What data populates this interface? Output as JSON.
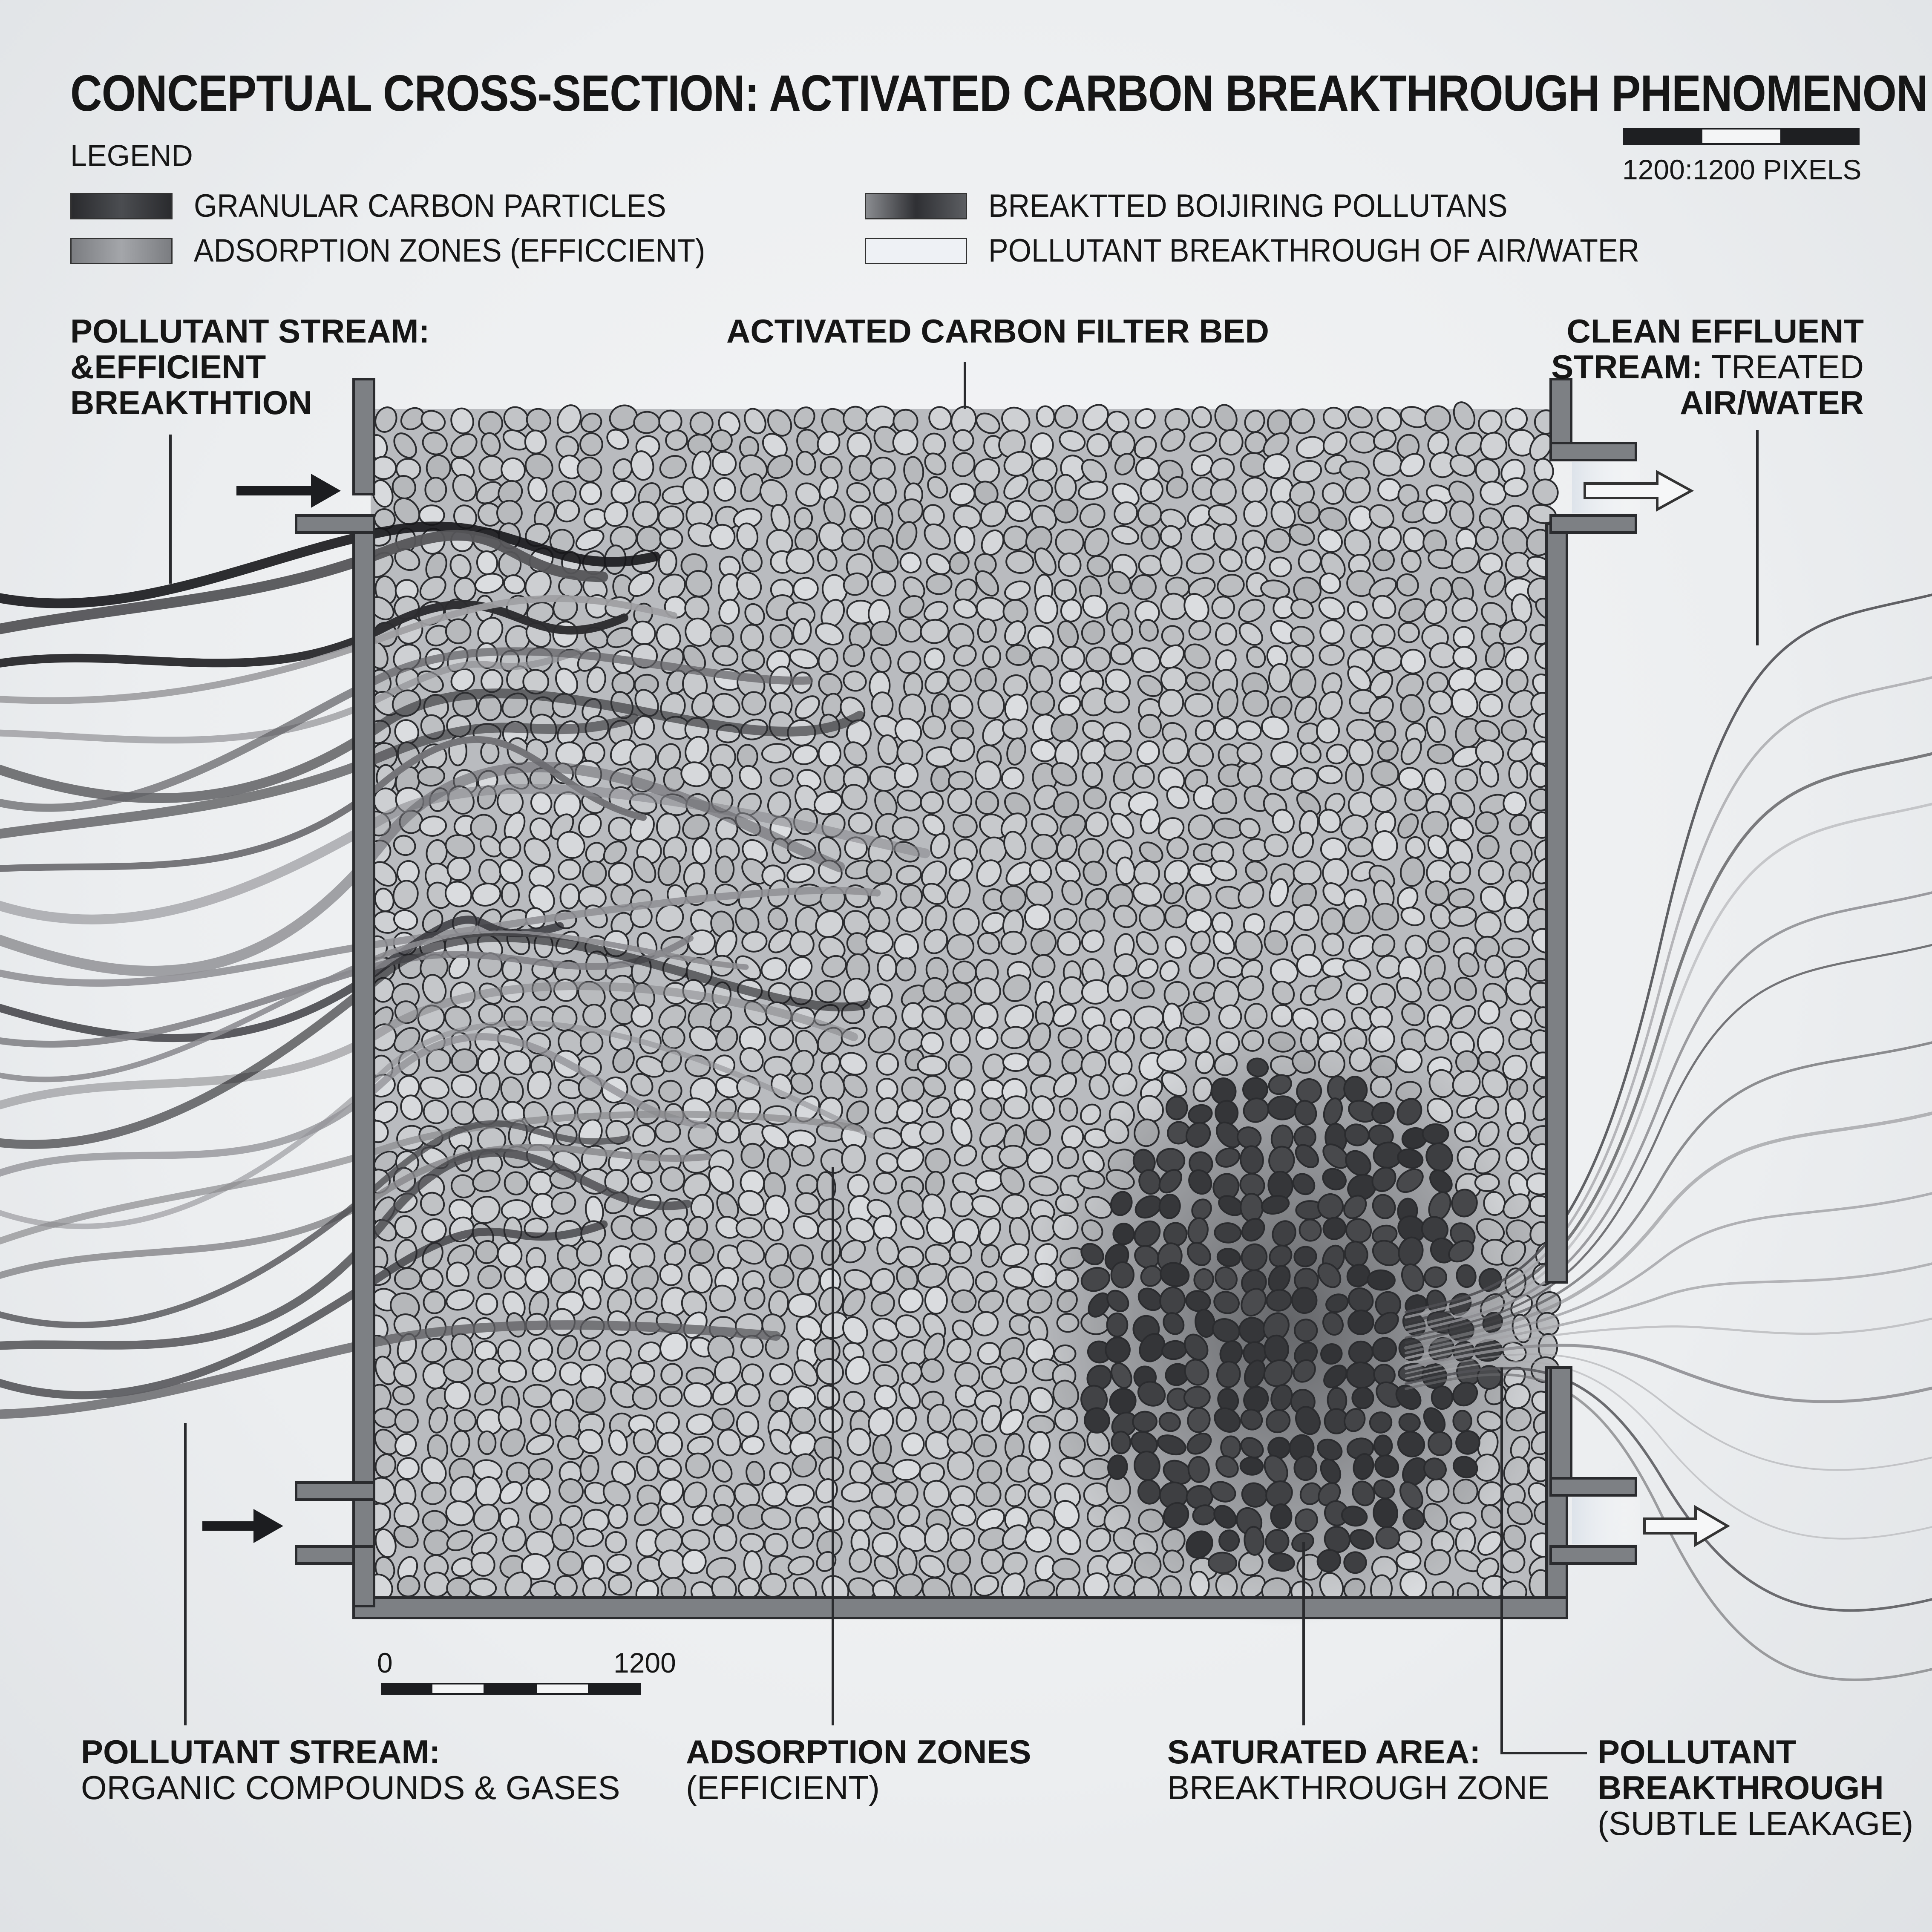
{
  "title": "CONCEPTUAL CROSS-SECTION: ACTIVATED CARBON BREAKTHROUGH PHENOMENON",
  "legend": {
    "heading": "LEGEND",
    "items": [
      {
        "label": "GRANULAR CARBON PARTICLES",
        "color": "#2e2f33"
      },
      {
        "label": "ADSORPTION ZONES (EFFICCIENT)",
        "color": "#8d8f93"
      },
      {
        "label": "BREAKTTED BOIJIRING POLLUTANS",
        "color": "#4a4c50"
      },
      {
        "label": "POLLUTANT BREAKTHROUGH OF AIR/WATER",
        "color": "#eef1f5"
      }
    ]
  },
  "scale_top": {
    "label": "1200:1200 PIXELS"
  },
  "scale_bottom": {
    "start": "0",
    "end": "1200"
  },
  "bed_label": "ACTIVATED CARBON FILTER BED",
  "inlet_top_label": {
    "line1": "POLLUTANT STREAM:",
    "line2": "&EFFICIENT",
    "line3": "BREAKTHTION"
  },
  "outlet_top_label": {
    "line1": "CLEAN EFFLUENT",
    "line2_bold": "STREAM:",
    "line2_rest": " TREATED",
    "line3": "AIR/WATER"
  },
  "callouts": {
    "pollutant_stream": {
      "bold": "POLLUTANT STREAM:",
      "text": "ORGANIC COMPOUNDS & GASES"
    },
    "adsorption_zones": {
      "bold": "ADSORPTION ZONES",
      "text": "(EFFICIENT)"
    },
    "saturated_area": {
      "bold": "SATURATED AREA:",
      "text": "BREAKTHROUGH ZONE"
    },
    "breakthrough": {
      "bold1": "POLLUTANT",
      "bold2": "BREAKTHROUGH",
      "text": "(SUBTLE LEAKAGE)"
    }
  },
  "colors": {
    "housing": "#7d8084",
    "particle_light": "#c9cbce",
    "particle_dark": "#3a3b3e",
    "stream_dark": "#1c1d20"
  }
}
